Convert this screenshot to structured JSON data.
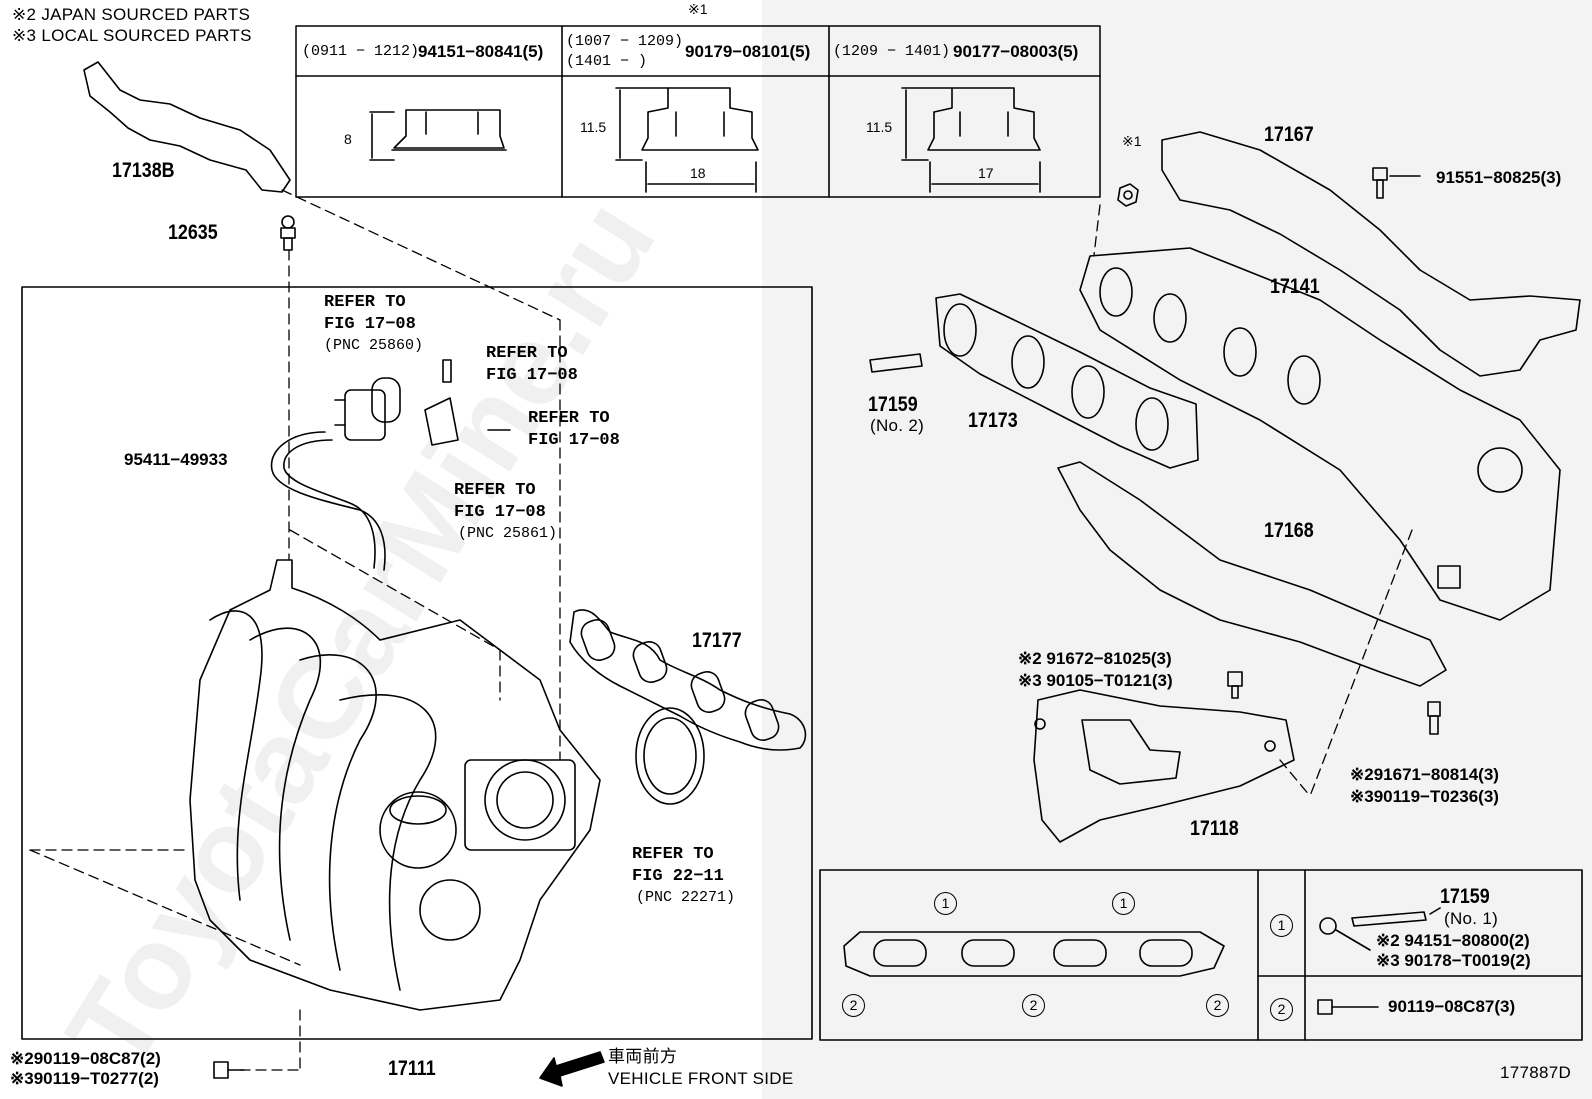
{
  "notes": {
    "japan": "※2 JAPAN SOURCED PARTS",
    "local": "※3 LOCAL SOURCED PARTS"
  },
  "nut_table": {
    "star": "※1",
    "col1": {
      "range": "(0911 − 1212)",
      "part": "94151−80841(5)",
      "height": "8"
    },
    "col2": {
      "range1": "(1007 − 1209)",
      "range2": "(1401 −        )",
      "part": "90179−08101(5)",
      "height": "11.5",
      "width": "18"
    },
    "col3": {
      "range": "(1209 − 1401)",
      "part": "90177−08003(5)",
      "height": "11.5",
      "width": "17"
    }
  },
  "labels": {
    "p17138B": "17138B",
    "p12635": "12635",
    "refer1a": "REFER TO",
    "refer1b": "FIG 17−08",
    "refer1c": "(PNC 25860)",
    "refer2a": "REFER TO",
    "refer2b": "FIG 17−08",
    "refer3a": "REFER TO",
    "refer3b": "FIG 17−08",
    "refer4a": "REFER TO",
    "refer4b": "FIG 17−08",
    "refer4c": "(PNC 25861)",
    "hose": "95411−49933",
    "p17177": "17177",
    "refer5a": "REFER TO",
    "refer5b": "FIG 22−11",
    "refer5c": "(PNC 22271)",
    "p17111": "17111",
    "bolt_bl1": "※290119−08C87(2)",
    "bolt_bl2": "※390119−T0277(2)",
    "front_jp": "車両前方",
    "front_en": "VEHICLE FRONT SIDE",
    "star1": "※1",
    "p17167": "17167",
    "bolt_tr": "91551−80825(3)",
    "p17141": "17141",
    "p17159": "17159",
    "p17159_no2": "(No. 2)",
    "p17173": "17173",
    "p17168": "17168",
    "bolt_m1": "※2 91672−81025(3)",
    "bolt_m2": "※3 90105−T0121(3)",
    "bolt_r1": "※291671−80814(3)",
    "bolt_r2": "※390119−T0236(3)",
    "p17118": "17118",
    "p17159_no1_pn": "17159",
    "p17159_no1": "(No. 1)",
    "nut_no1_a": "※2 94151−80800(2)",
    "nut_no1_b": "※3 90178−T0019(2)",
    "bolt_no2": "90119−08C87(3)",
    "ref_code": "177887D",
    "circle1": "1",
    "circle2": "2",
    "watermark": "ToyotaCarMine.ru"
  }
}
